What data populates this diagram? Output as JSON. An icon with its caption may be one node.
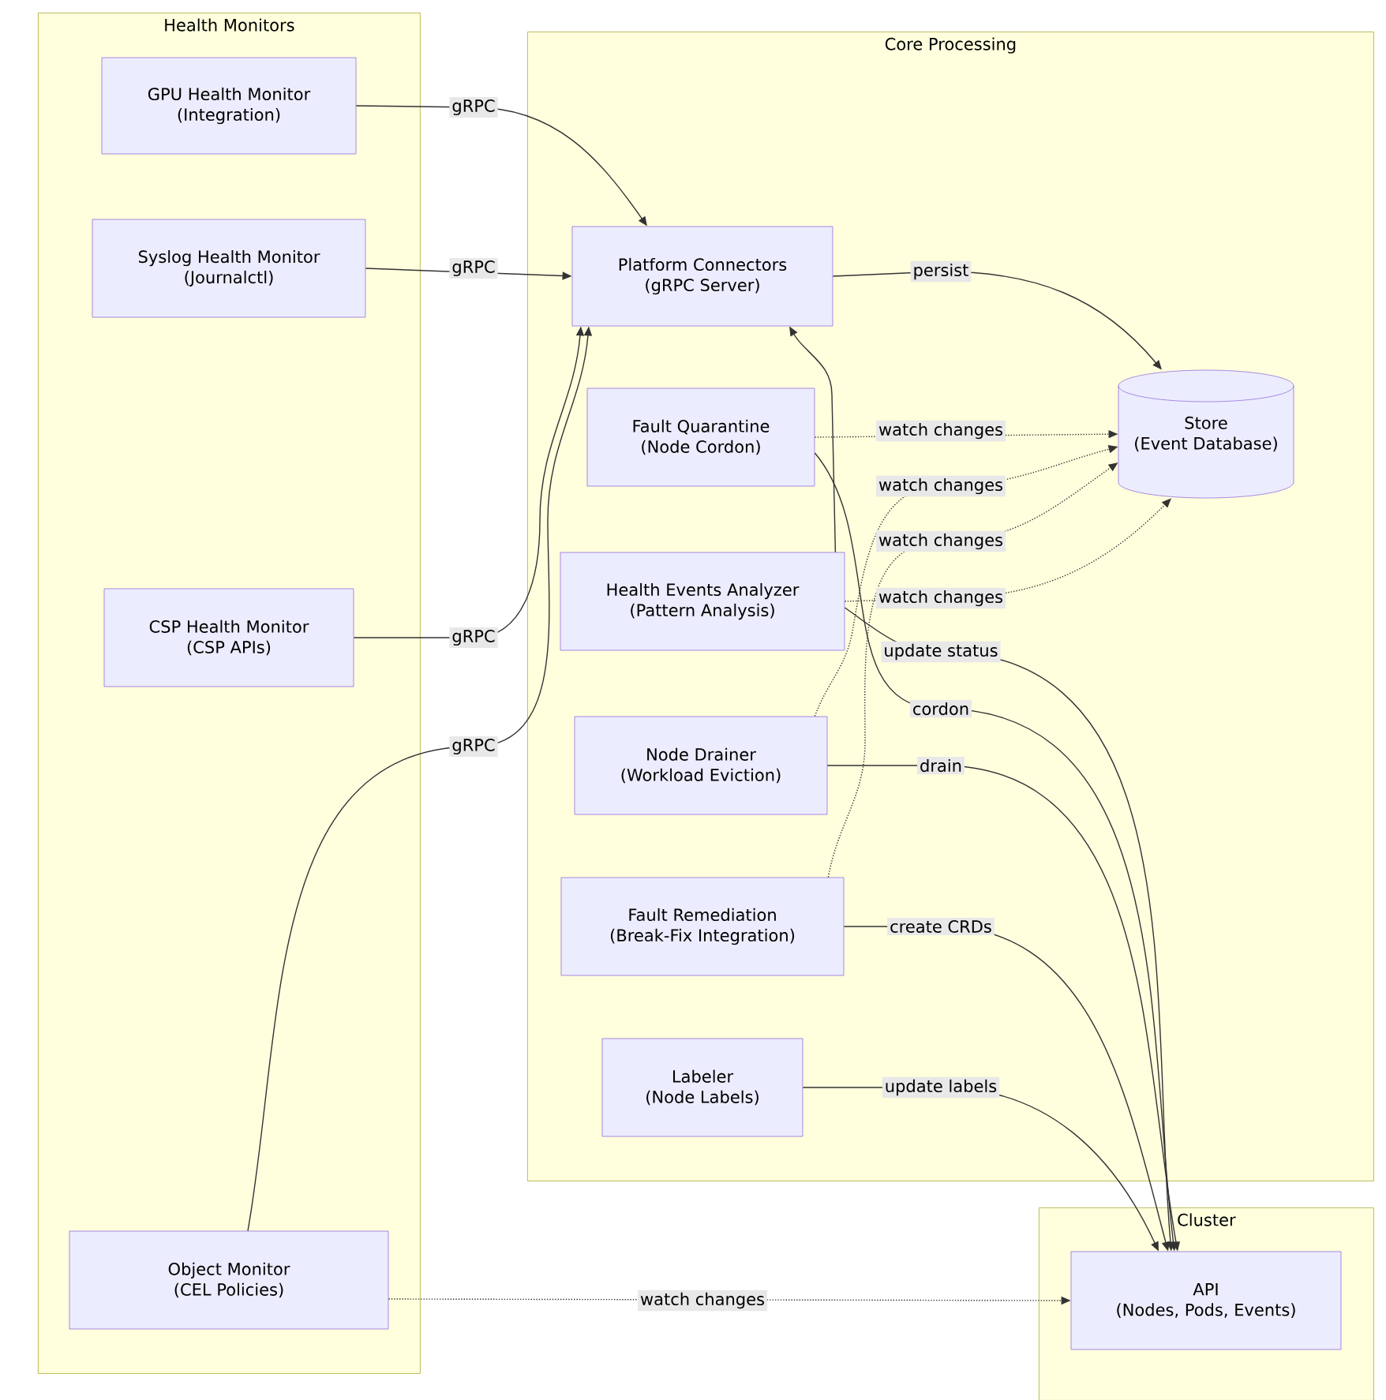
{
  "diagram": {
    "nodes": [
      {
        "text": [
          "Health Monitors"
        ]
      },
      {
        "text": [
          "GPU Health Monitor",
          "(Integration)"
        ],
        "in": 0
      },
      {
        "text": [
          "Syslog Health Monitor",
          "(Journalctl)"
        ],
        "in": 0
      },
      {
        "text": [
          "CSP Health Monitor",
          "(CSP APIs)"
        ],
        "in": 0
      },
      {
        "text": [
          "Object Monitor",
          "(CEL Policies)"
        ],
        "in": 0
      },
      {
        "text": [
          "Core Processing"
        ]
      },
      {
        "text": [
          "Platform Connectors",
          "(gRPC Server)"
        ],
        "in": 5
      },
      {
        "text": [
          "Fault Quarantine",
          "(Node Cordon)"
        ],
        "in": 5
      },
      {
        "text": [
          "Health Events Analyzer",
          "(Pattern Analysis)"
        ],
        "in": 5
      },
      {
        "text": [
          "Node Drainer",
          "(Workload Eviction)"
        ],
        "in": 5
      },
      {
        "text": [
          "Fault Remediation",
          "(Break-Fix Integration)"
        ],
        "in": 5
      },
      {
        "text": [
          "Labeler",
          "(Node Labels)"
        ],
        "in": 5
      },
      {
        "text": [
          "Store",
          "(Event Database)"
        ],
        "in": 5
      },
      {
        "text": [
          "Cluster"
        ]
      },
      {
        "text": [
          "API",
          "(Nodes, Pods, Events)"
        ],
        "in": 13
      }
    ],
    "edges": [
      {
        "from": 1,
        "to": 6,
        "arrow": "to",
        "label": "gRPC"
      },
      {
        "from": 2,
        "to": 6,
        "arrow": "to",
        "label": "gRPC"
      },
      {
        "from": 3,
        "to": 6,
        "arrow": "to",
        "label": "gRPC"
      },
      {
        "from": 4,
        "to": 6,
        "arrow": "to",
        "label": "gRPC"
      },
      {
        "from": 6,
        "to": 12,
        "arrow": "to",
        "label": "persist"
      },
      {
        "from": 7,
        "to": 12,
        "arrow": "to",
        "label": "watch changes",
        "style": "dashed"
      },
      {
        "from": 9,
        "to": 12,
        "arrow": "to",
        "label": "watch changes",
        "style": "dashed"
      },
      {
        "from": 10,
        "to": 12,
        "arrow": "to",
        "label": "watch changes",
        "style": "dashed"
      },
      {
        "from": 8,
        "to": 12,
        "arrow": "to",
        "label": "watch changes",
        "style": "dashed"
      },
      {
        "from": 8,
        "to": 14,
        "arrow": "to",
        "label": "update status"
      },
      {
        "from": 7,
        "to": 14,
        "arrow": "to",
        "label": "cordon"
      },
      {
        "from": 9,
        "to": 14,
        "arrow": "to",
        "label": "drain"
      },
      {
        "from": 10,
        "to": 14,
        "arrow": "to",
        "label": "create CRDs"
      },
      {
        "from": 11,
        "to": 14,
        "arrow": "to",
        "label": "update labels"
      },
      {
        "from": 4,
        "to": 14,
        "arrow": "to",
        "label": "watch changes",
        "style": "dashed"
      },
      {
        "from": 8,
        "to": 6,
        "arrow": "to"
      }
    ]
  }
}
